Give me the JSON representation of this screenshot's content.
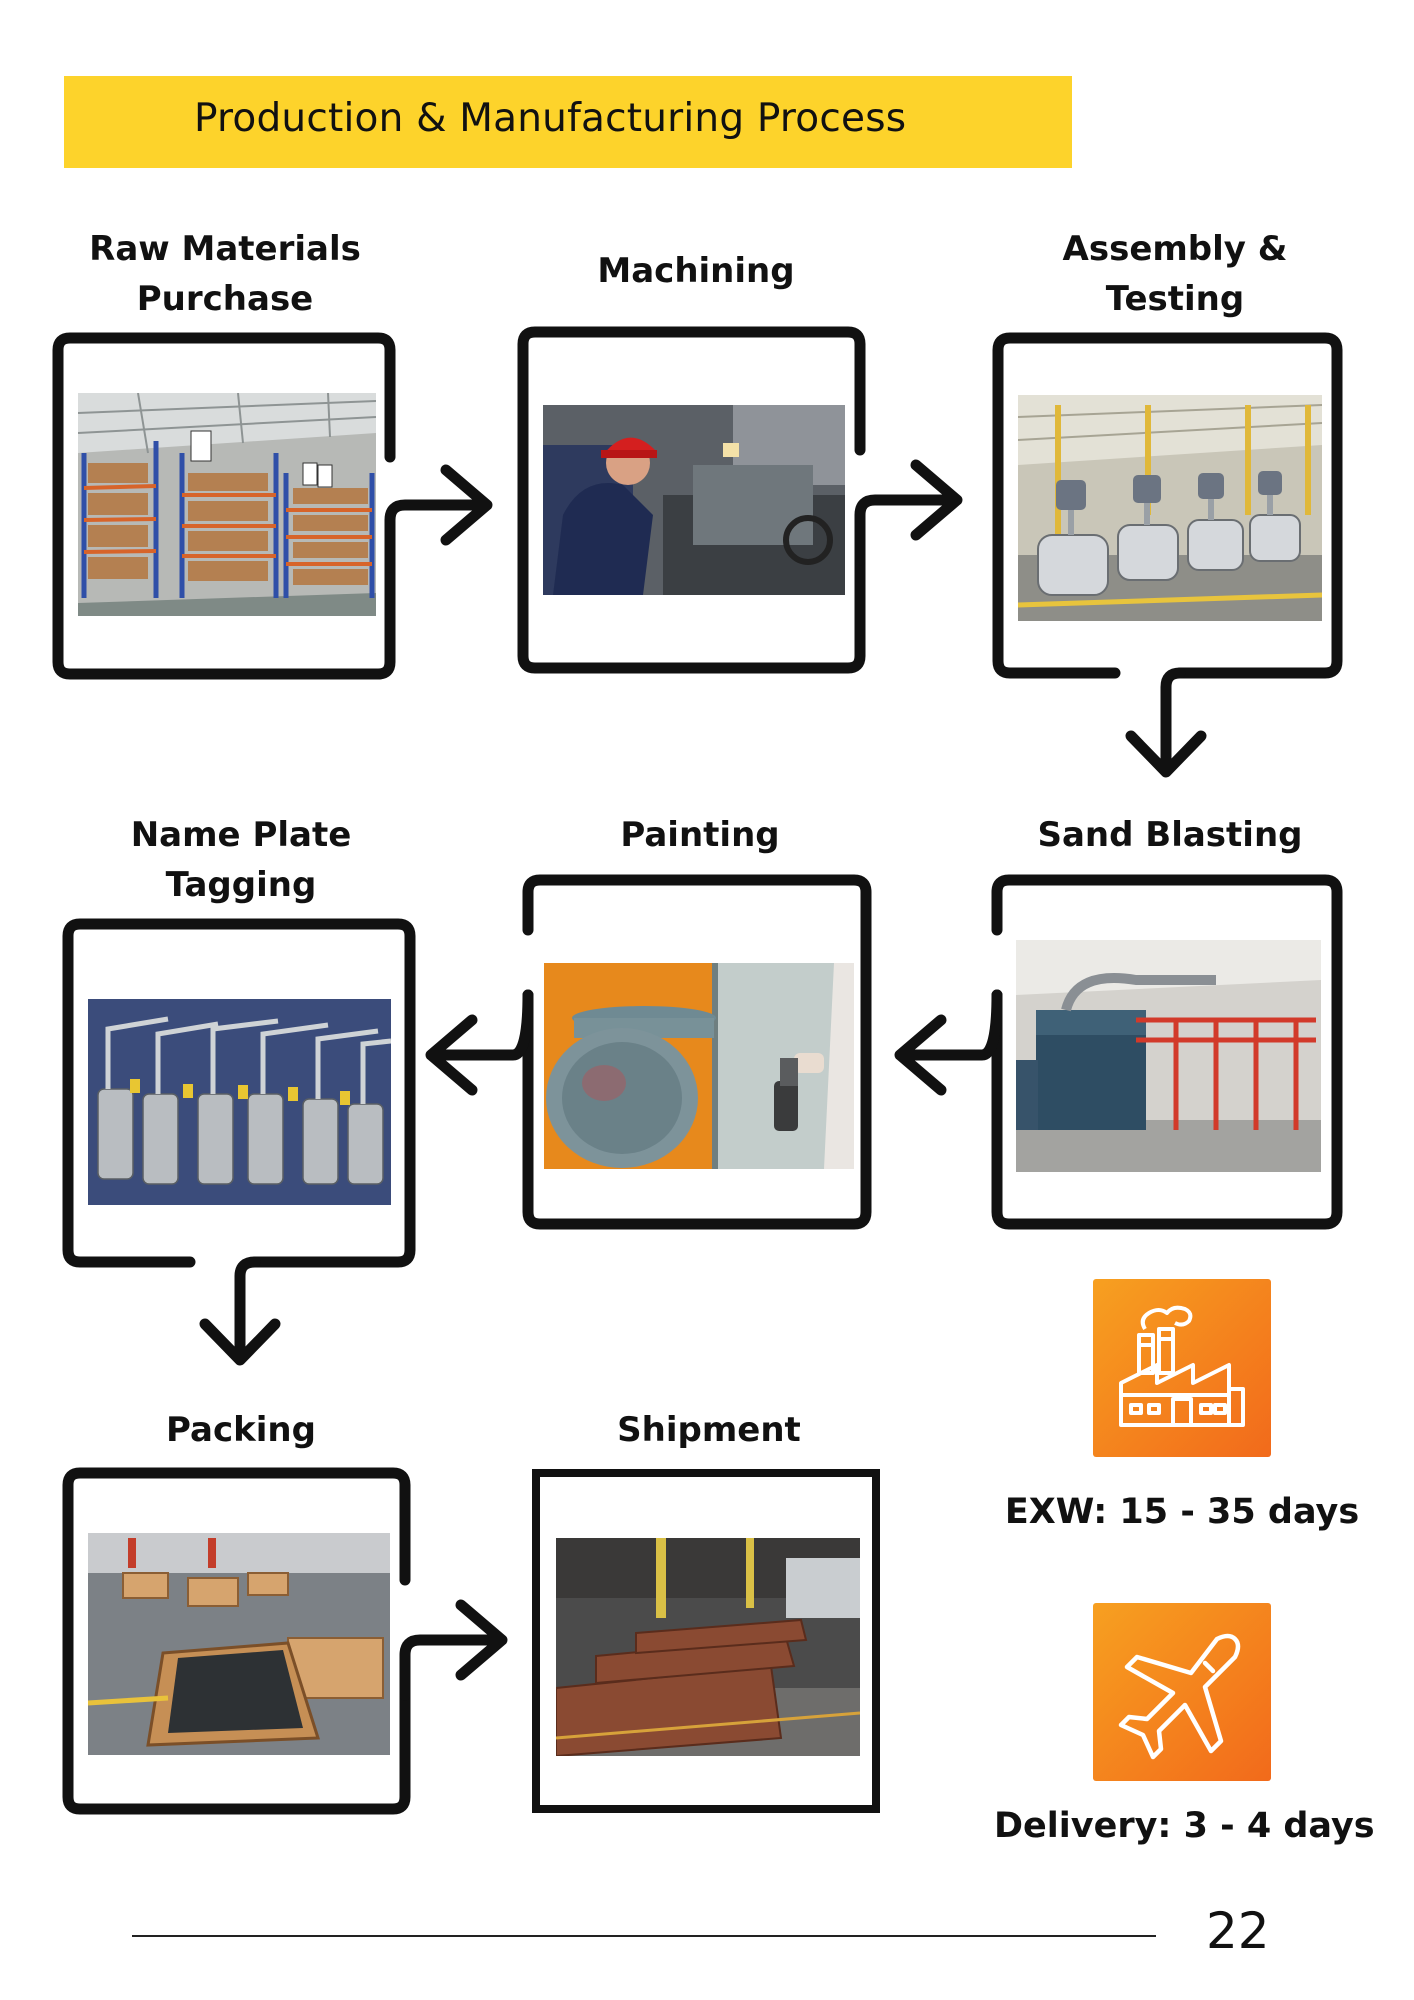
{
  "header": {
    "title": "Production & Manufacturing Process"
  },
  "steps": [
    {
      "line1": "Raw Materials",
      "line2": "Purchase"
    },
    {
      "line1": "Machining",
      "line2": ""
    },
    {
      "line1": "Assembly &",
      "line2": "Testing"
    },
    {
      "line1": "Sand Blasting",
      "line2": ""
    },
    {
      "line1": "Painting",
      "line2": ""
    },
    {
      "line1": "Name Plate",
      "line2": "Tagging"
    },
    {
      "line1": "Packing",
      "line2": ""
    },
    {
      "line1": "Shipment",
      "line2": ""
    }
  ],
  "lead_times": {
    "exw_icon": "factory-icon",
    "exw": "EXW: 15 - 35 days",
    "delivery_icon": "airplane-icon",
    "delivery": "Delivery: 3 - 4 days"
  },
  "colors": {
    "banner": "#fdd32b",
    "icon_tile_start": "#f7a020",
    "icon_tile_end": "#f26a1b",
    "frame": "#111111"
  },
  "footer": {
    "page_number": "22"
  }
}
